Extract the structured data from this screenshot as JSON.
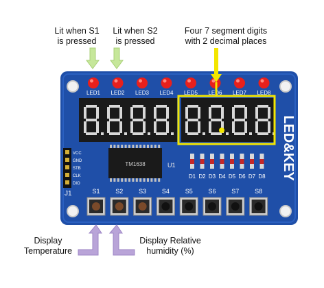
{
  "annotations": {
    "s1_led": "Lit when S1\nis pressed",
    "s2_led": "Lit when S2\nis pressed",
    "digits": "Four 7 segment digits\nwith 2 decimal places",
    "temperature": "Display\nTemperature",
    "humidity": "Display Relative\nhumidity (%)"
  },
  "board": {
    "brand": "LED&KEY",
    "chip": "TM1638",
    "chip_ref": "U1",
    "header_ref": "J1",
    "pins": [
      "VCC",
      "GND",
      "STB",
      "CLK",
      "DIO"
    ],
    "leds": [
      "LED1",
      "LED2",
      "LED3",
      "LED4",
      "LED5",
      "LED6",
      "LED7",
      "LED8"
    ],
    "diodes": [
      "D1",
      "D2",
      "D3",
      "D4",
      "D5",
      "D6",
      "D7",
      "D8"
    ],
    "switches": [
      "S1",
      "S2",
      "S3",
      "S4",
      "S5",
      "S6",
      "S7",
      "S8"
    ],
    "digits_left": "8.8.8.8.",
    "digits_right": "8.8.8.8."
  },
  "colors": {
    "pcb": "#1f4fa8",
    "pcb_dark": "#173c85",
    "led_red": "#e8201c",
    "arrow_green": "#c6e79a",
    "arrow_yellow": "#f3e600",
    "arrow_purple": "#b9a4d8",
    "highlight": "#f3e600"
  }
}
